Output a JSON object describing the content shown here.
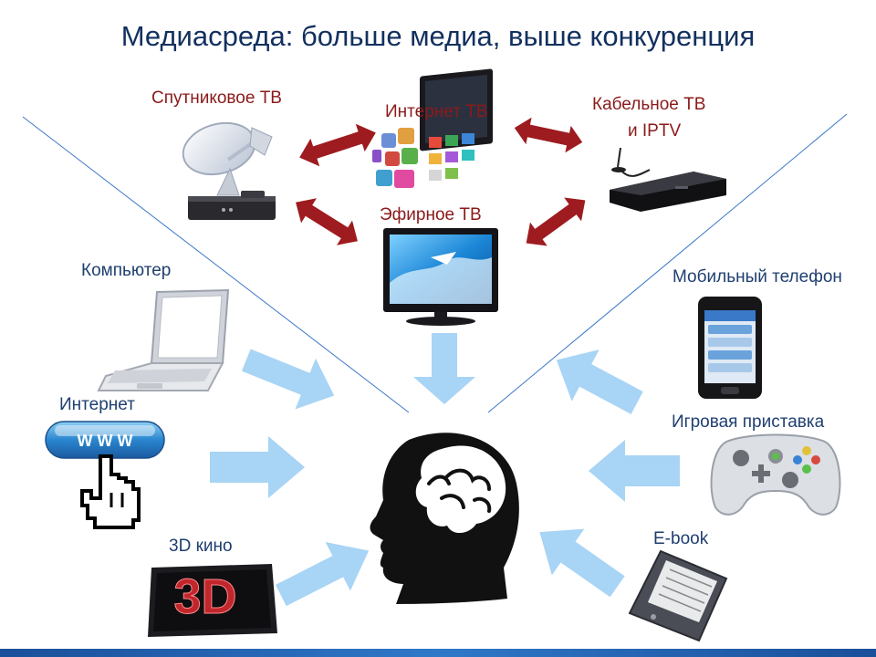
{
  "title": "Медиасреда:  больше медиа, выше конкуренция",
  "labels": {
    "satellite_tv": "Спутниковое ТВ",
    "internet_tv": "Интернет ТВ",
    "cable_tv_line1": "Кабельное ТВ",
    "cable_tv_line2": "и IPTV",
    "broadcast_tv": "Эфирное ТВ",
    "computer": "Компьютер",
    "mobile_phone": "Мобильный телефон",
    "internet": "Интернет",
    "game_console": "Игровая приставка",
    "cinema_3d": "3D  кино",
    "ebook": "E-book",
    "www": "W W W",
    "cinema_3d_logo": "3D"
  },
  "colors": {
    "title": "#12305f",
    "tv_label": "#8b1a1a",
    "device_label": "#1f3f70",
    "double_arrow": "#9e1b1f",
    "input_arrow": "#a8d4f5",
    "divider_line": "#3c78c8",
    "head": "#111111"
  }
}
